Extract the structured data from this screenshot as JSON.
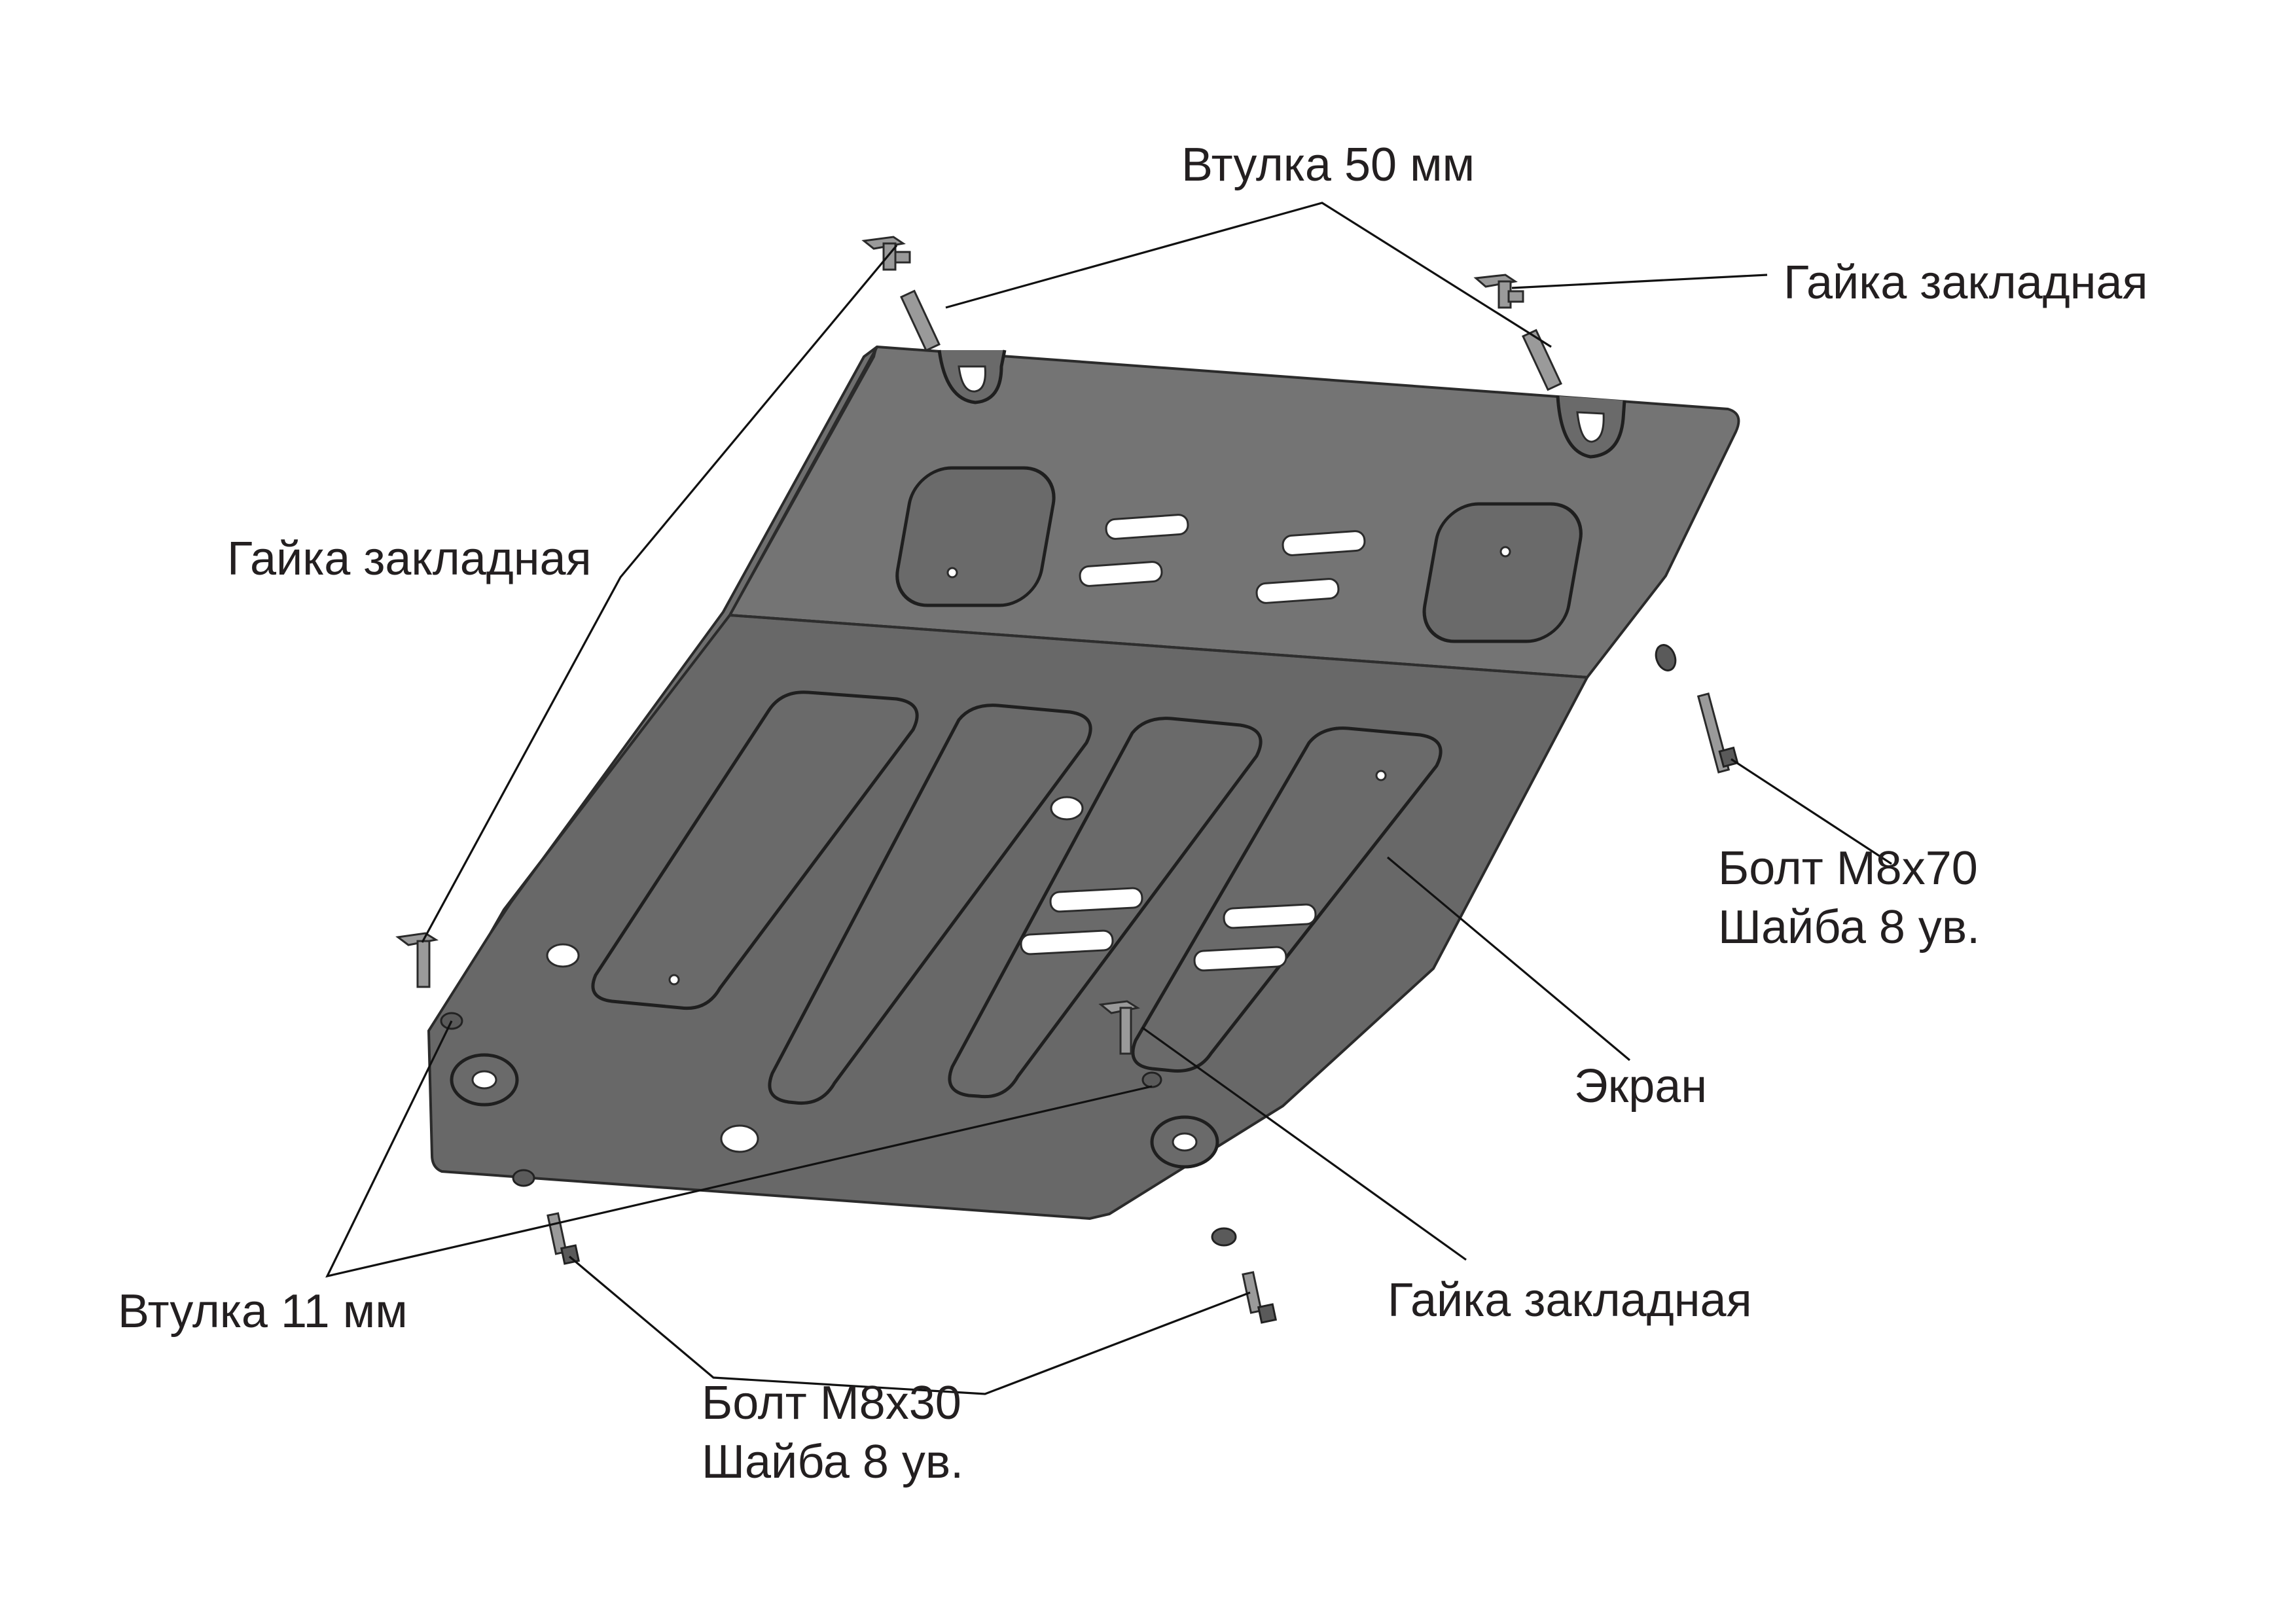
{
  "labels": {
    "bushing_50": "Втулка 50 мм",
    "nut_top_right": "Гайка закладная",
    "nut_left": "Гайка закладная",
    "bolt_m8x70_line1": "Болт М8х70",
    "bolt_m8x70_line2": "Шайба 8 ув.",
    "screen": "Экран",
    "nut_bottom": "Гайка закладная",
    "bushing_11": "Втулка 11 мм",
    "bolt_m8x30_line1": "Болт М8х30",
    "bolt_m8x30_line2": "Шайба 8 ув."
  },
  "colors": {
    "plate": "#6e6e6e",
    "outline": "#2b2b2b",
    "text": "#231f20",
    "background": "#ffffff"
  }
}
